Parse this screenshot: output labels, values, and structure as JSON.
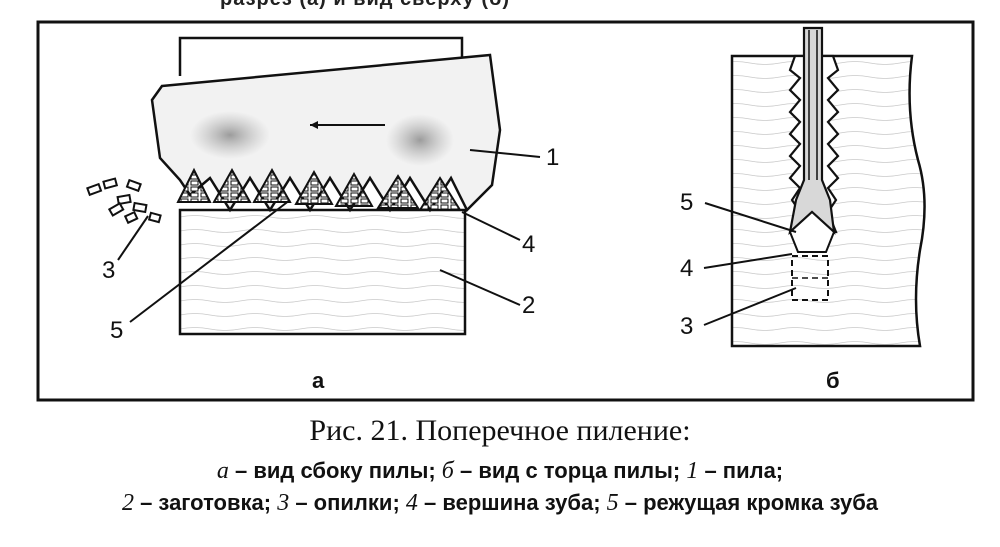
{
  "top_fragment": "разрез (а) и вид сверху (б)",
  "labels": {
    "saw": "1",
    "workpiece": "2",
    "sawdust_a": "3",
    "tooth_tip_a": "4",
    "cutting_edge_a": "5",
    "cutting_edge_b": "5",
    "tooth_tip_b": "4",
    "sawdust_b": "3"
  },
  "panels": {
    "a": "а",
    "b": "б"
  },
  "caption": {
    "title": "Рис. 21. Поперечное пиление:",
    "line1": [
      {
        "text": "а",
        "italic": true
      },
      {
        "text": " – вид сбоку пилы; ",
        "italic": false
      },
      {
        "text": "б",
        "italic": true
      },
      {
        "text": " – вид с торца пилы; ",
        "italic": false
      },
      {
        "text": "1",
        "italic": true
      },
      {
        "text": " – пила;",
        "italic": false
      }
    ],
    "line2": [
      {
        "text": "2",
        "italic": true
      },
      {
        "text": " – заготовка; ",
        "italic": false
      },
      {
        "text": "3",
        "italic": true
      },
      {
        "text": " – опилки; ",
        "italic": false
      },
      {
        "text": "4",
        "italic": true
      },
      {
        "text": " – вершина зуба; ",
        "italic": false
      },
      {
        "text": "5",
        "italic": true
      },
      {
        "text": " – режущая кромка зуба",
        "italic": false
      }
    ]
  }
}
